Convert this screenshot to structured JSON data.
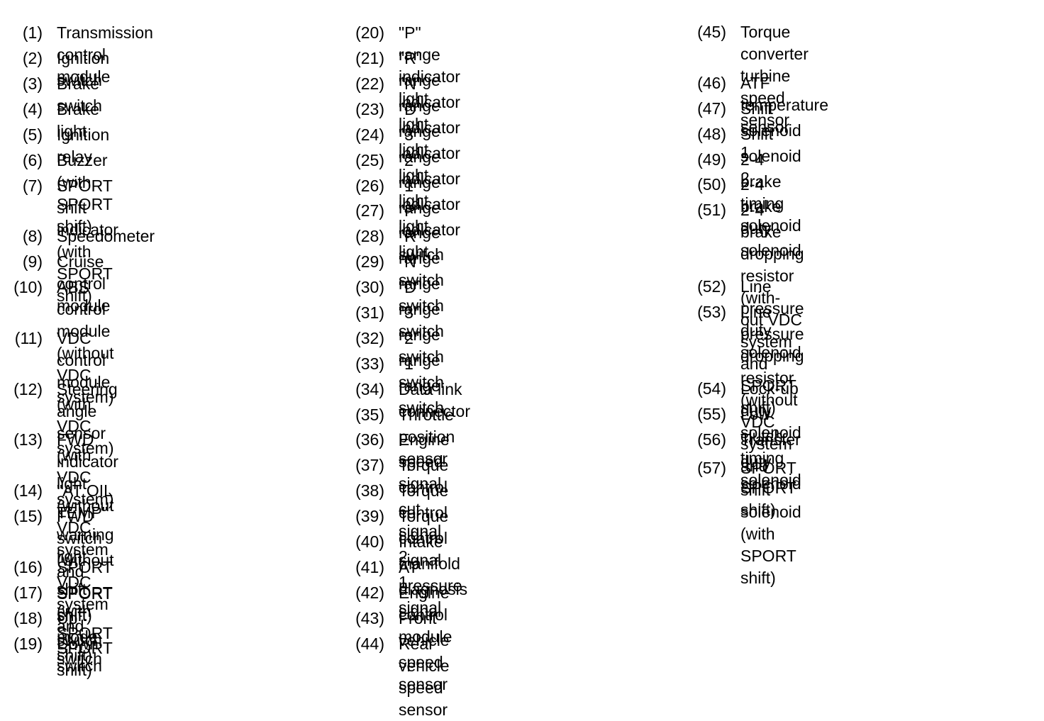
{
  "columns": [
    {
      "items": [
        {
          "num": "(1)",
          "label": "Transmission control module"
        },
        {
          "num": "(2)",
          "label": "Ignition switch"
        },
        {
          "num": "(3)",
          "label": "Brake switch"
        },
        {
          "num": "(4)",
          "label": "Brake light"
        },
        {
          "num": "(5)",
          "label": "Ignition relay"
        },
        {
          "num": "(6)",
          "label": "Buzzer (with SPORT shift)"
        },
        {
          "num": "(7)",
          "label": "SPORT shift indicator (with\nSPORT shift)"
        },
        {
          "num": "(8)",
          "label": "Speedometer"
        },
        {
          "num": "(9)",
          "label": "Cruise control module"
        },
        {
          "num": "(10)",
          "label": "ABS control module (without VDC\nsystem)"
        },
        {
          "num": "(11)",
          "label": "VDC control module (with VDC\nsystem)"
        },
        {
          "num": "(12)",
          "label": "Steering angle sensor (with VDC\nsystem)"
        },
        {
          "num": "(13)",
          "label": "FWD indicator light (without VDC\nsystem and SPORT shift)"
        },
        {
          "num": "(14)",
          "label": "\"AT OIL TEMP\" warning light"
        },
        {
          "num": "(15)",
          "label": "FWD switch (without VDC system\nand SPORT shift)"
        },
        {
          "num": "(16)",
          "label": "SPORT shift (with SPORT shift)"
        },
        {
          "num": "(17)",
          "label": "SPORT shift mode switch"
        },
        {
          "num": "(18)",
          "label": "Up switch"
        },
        {
          "num": "(19)",
          "label": "Down switch"
        }
      ]
    },
    {
      "items": [
        {
          "num": "(20)",
          "label": "\"P\" range indicator light"
        },
        {
          "num": "(21)",
          "label": "\"R\" range indicator light"
        },
        {
          "num": "(22)",
          "label": "\"N\" range indicator light"
        },
        {
          "num": "(23)",
          "label": "\"D\" range indicator light"
        },
        {
          "num": "(24)",
          "label": "\"3\" range indicator light"
        },
        {
          "num": "(25)",
          "label": "\"2\" range indicator light"
        },
        {
          "num": "(26)",
          "label": "\"1\" range indicator light"
        },
        {
          "num": "(27)",
          "label": "\"P\" range switch"
        },
        {
          "num": "(28)",
          "label": "\"R\" range switch"
        },
        {
          "num": "(29)",
          "label": "\"N\" range switch"
        },
        {
          "num": "(30)",
          "label": "\"D\" range switch"
        },
        {
          "num": "(31)",
          "label": "\"3\" range switch"
        },
        {
          "num": "(32)",
          "label": "\"2\" range switch"
        },
        {
          "num": "(33)",
          "label": "\"1\" range switch"
        },
        {
          "num": "(34)",
          "label": "Data link connector"
        },
        {
          "num": "(35)",
          "label": "Throttle position sensor"
        },
        {
          "num": "(36)",
          "label": "Engine speed signal"
        },
        {
          "num": "(37)",
          "label": "Torque control cut signal"
        },
        {
          "num": "(38)",
          "label": "Torque control signal 2"
        },
        {
          "num": "(39)",
          "label": "Torque control signal 1"
        },
        {
          "num": "(40)",
          "label": "Intake manifold pressure signal"
        },
        {
          "num": "(41)",
          "label": "AT diagnosis signal"
        },
        {
          "num": "(42)",
          "label": "Engine control module"
        },
        {
          "num": "(43)",
          "label": "Front vehicle speed sensor"
        },
        {
          "num": "(44)",
          "label": "Rear vehicle speed sensor"
        }
      ]
    },
    {
      "items": [
        {
          "num": "(45)",
          "label": "Torque converter turbine speed\nsensor"
        },
        {
          "num": "(46)",
          "label": "ATF temperature sensor"
        },
        {
          "num": "(47)",
          "label": "Shift solenoid 1"
        },
        {
          "num": "(48)",
          "label": "Shift solenoid 2"
        },
        {
          "num": "(49)",
          "label": "2-4 brake timing solenoid"
        },
        {
          "num": "(50)",
          "label": "2-4 brake duty solenoid"
        },
        {
          "num": "(51)",
          "label": "2-4 brake dropping resistor (with-\nout VDC system and SPORT\nshift)"
        },
        {
          "num": "(52)",
          "label": "Line pressure duty solenoid"
        },
        {
          "num": "(53)",
          "label": "Line pressure dropping resistor\n(without VDC system and SPORT\nshift)"
        },
        {
          "num": "(54)",
          "label": "Lock-up duty solenoid"
        },
        {
          "num": "(55)",
          "label": "Low clutch timing solenoid"
        },
        {
          "num": "(56)",
          "label": "Transfer duty solenoid"
        },
        {
          "num": "(57)",
          "label": "SPORT shift solenoid (with\nSPORT shift)"
        }
      ]
    }
  ]
}
